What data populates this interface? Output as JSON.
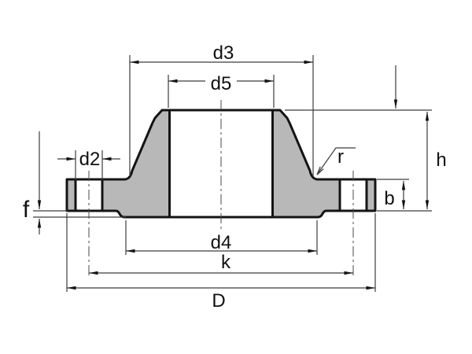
{
  "drawing": {
    "type": "technical-drawing-flange-cross-section",
    "labels": {
      "d3": "d3",
      "d5": "d5",
      "d2": "d2",
      "d4": "d4",
      "k": "k",
      "D": "D",
      "h": "h",
      "b": "b",
      "f": "f",
      "r": "r"
    },
    "colors": {
      "outline": "#141414",
      "thin_line": "#3c3c3c",
      "section_fill": "#b8b8b8",
      "background": "#ffffff"
    }
  }
}
